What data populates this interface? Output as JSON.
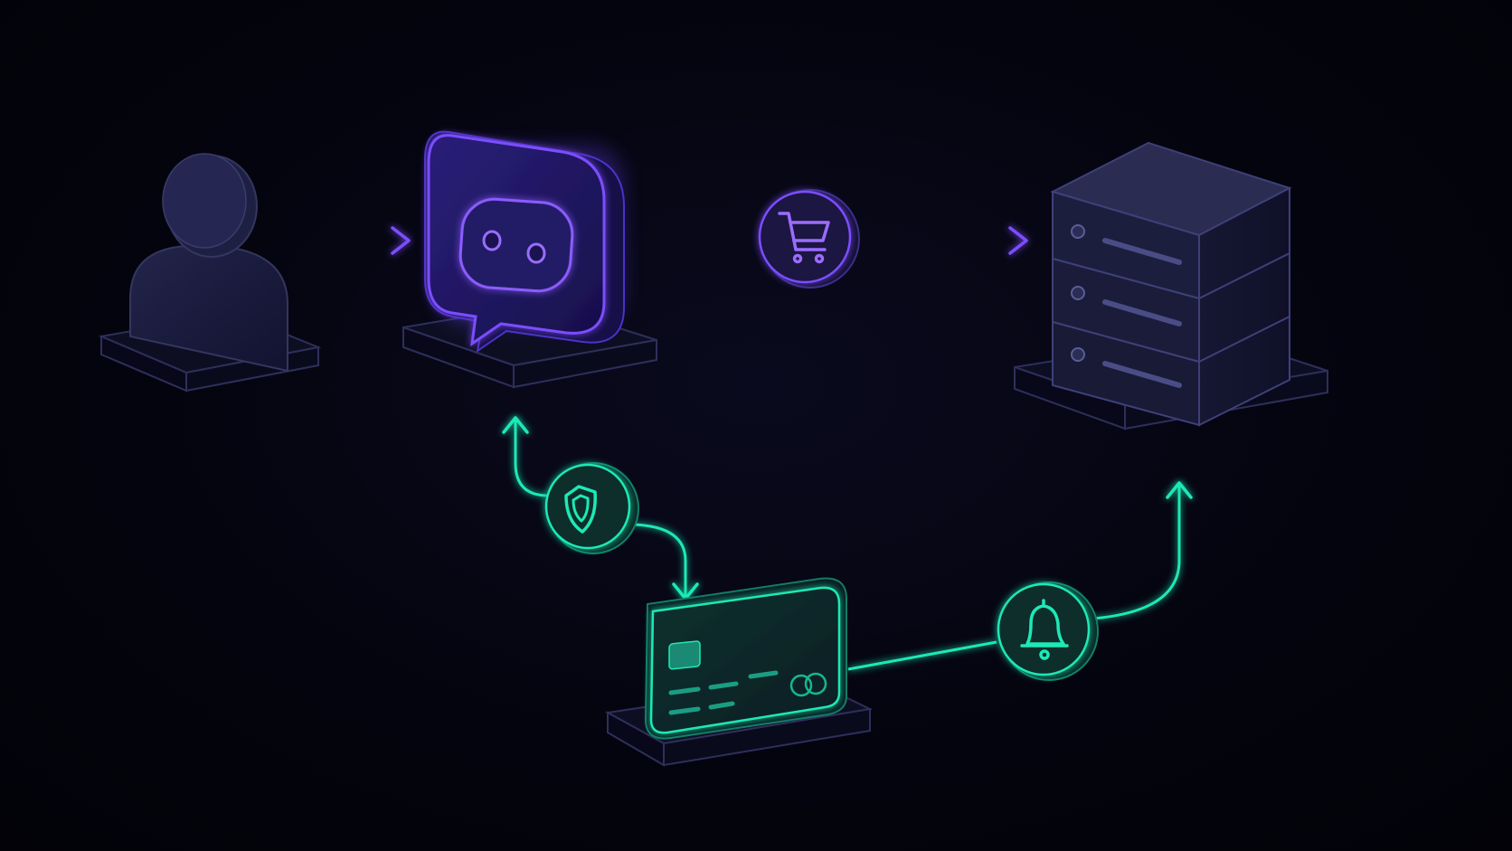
{
  "colors": {
    "background": "#03030c",
    "purple_accent": "#7b4dff",
    "purple_soft": "#5b3ad8",
    "green_accent": "#1de9b6",
    "green_soft": "#14b88f",
    "node_fill": "#161733",
    "node_stroke": "#2e2f5a",
    "base_fill": "#0c0c1f"
  },
  "nodes": {
    "user": {
      "icon": "user-icon"
    },
    "chatbot": {
      "icon": "chat-bubble-bot-icon"
    },
    "server": {
      "icon": "server-rack-icon"
    },
    "payment": {
      "icon": "credit-card-icon"
    }
  },
  "badges": {
    "cart": {
      "icon": "shopping-cart-icon"
    },
    "security": {
      "icon": "shield-icon"
    },
    "notification": {
      "icon": "bell-icon"
    }
  },
  "connections": [
    {
      "from": "user",
      "to": "chatbot",
      "style": "purple"
    },
    {
      "from": "chatbot",
      "to": "server",
      "via": "cart",
      "style": "purple"
    },
    {
      "from": "security",
      "to": "chatbot",
      "style": "green"
    },
    {
      "from": "security",
      "to": "payment",
      "style": "green"
    },
    {
      "from": "payment",
      "to": "server",
      "via": "notification",
      "style": "green"
    }
  ]
}
